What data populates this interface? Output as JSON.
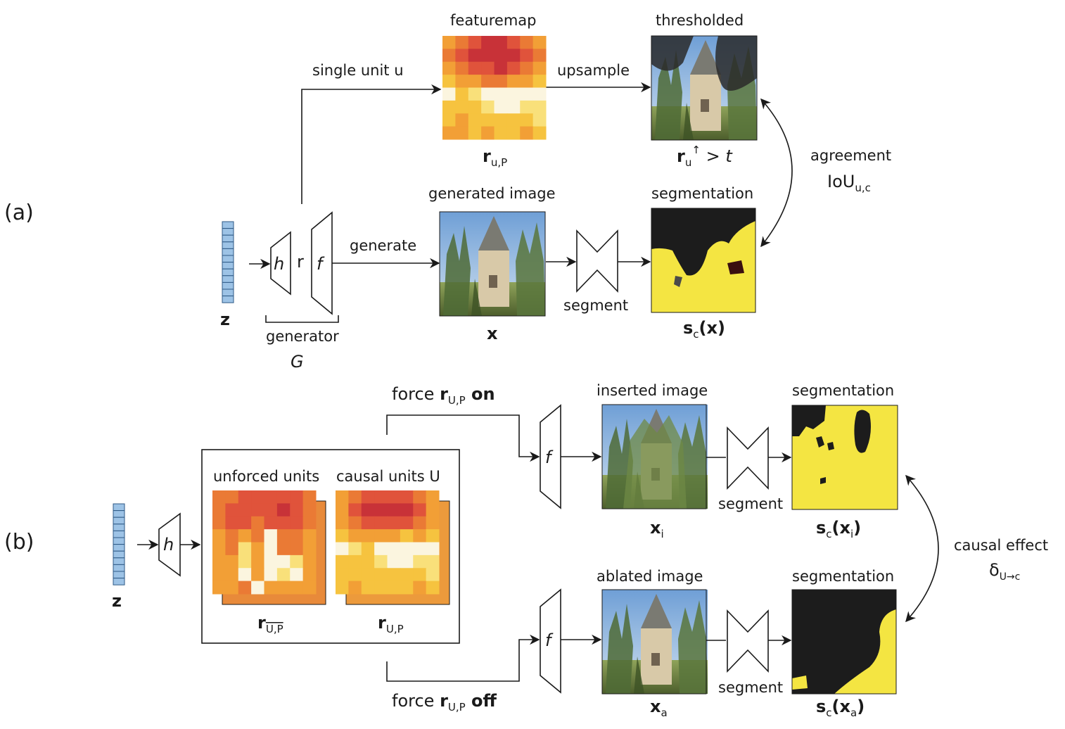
{
  "panel_a": {
    "panel_label": "(a)",
    "featuremap_title": "featuremap",
    "thresholded_title": "thresholded",
    "generated_image_title": "generated image",
    "segmentation_title": "segmentation",
    "single_unit_label": "single unit u",
    "upsample_label": "upsample",
    "generate_label": "generate",
    "segment_label": "segment",
    "agreement_label": "agreement",
    "iou_main": "IoU",
    "iou_sub": "u,c",
    "featuremap_var": "r",
    "featuremap_sub": "u,P",
    "threshold_var": "r",
    "threshold_sub": "u",
    "threshold_sup": "↑",
    "threshold_rest": " > ",
    "threshold_t": "t",
    "x_var": "x",
    "seg_var_s": "s",
    "seg_var_sub": "c",
    "seg_var_arg": "(x)",
    "z_label": "z",
    "h_label": "h",
    "r_label": "r",
    "f_label": "f",
    "generator_label": "generator",
    "G_label": "G"
  },
  "panel_b": {
    "panel_label": "(b)",
    "force_on_prefix": "force ",
    "force_on_var": "r",
    "force_on_sub": "U,P",
    "force_on_suffix": " on",
    "force_off_prefix": "force ",
    "force_off_var": "r",
    "force_off_sub": "U,P",
    "force_off_suffix": " off",
    "unforced_title": "unforced units",
    "causal_title": "causal units U",
    "unforced_var": "r",
    "unforced_sub": "U,P",
    "causal_var": "r",
    "causal_sub": "U,P",
    "inserted_title": "inserted image",
    "ablated_title": "ablated image",
    "seg_top_title": "segmentation",
    "seg_bottom_title": "segmentation",
    "segment_top": "segment",
    "segment_bottom": "segment",
    "xi_var": "x",
    "xi_sub": "i",
    "xa_var": "x",
    "xa_sub": "a",
    "sxi_s": "s",
    "sxi_c": "c",
    "sxi_open": "(",
    "sxi_x": "x",
    "sxi_i": "i",
    "sxi_close": ")",
    "sxa_s": "s",
    "sxa_c": "c",
    "sxa_open": "(",
    "sxa_x": "x",
    "sxa_a": "a",
    "sxa_close": ")",
    "causal_effect_label": "causal effect",
    "delta_main": "δ",
    "delta_sub": "U→c",
    "z_label": "z",
    "h_label": "h",
    "f_top_label": "f",
    "f_bottom_label": "f"
  },
  "colors": {
    "latent_blue": "#9dc3e6",
    "latent_border": "#2f5a86",
    "seg_yellow": "#f4e542",
    "seg_black": "#1c1c1c"
  }
}
